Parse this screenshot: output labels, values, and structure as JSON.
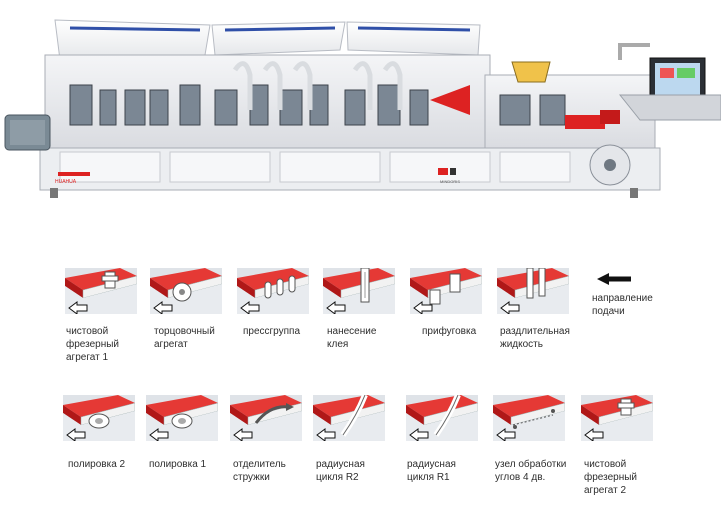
{
  "machine": {
    "left_label": "HUAHUA",
    "right_label": "MINDORIS"
  },
  "direction": {
    "label": "направление\nподачи",
    "icon": "arrow-left-icon"
  },
  "row1": [
    {
      "id": "finish-milling-1",
      "label": "чистовой\nфрезерный\nагрегат  1",
      "icon": "finish-milling-icon"
    },
    {
      "id": "end-trim",
      "label": "торцовочный\nагрегат",
      "icon": "end-trim-icon"
    },
    {
      "id": "press",
      "label": "прессгруппа",
      "icon": "press-rollers-icon"
    },
    {
      "id": "glue",
      "label": "нанесение\nклея",
      "icon": "glue-icon"
    },
    {
      "id": "pre-mill",
      "label": "прифуговка",
      "icon": "pre-milling-icon"
    },
    {
      "id": "separating",
      "label": "раздлительная\nжидкость",
      "icon": "separating-fluid-icon"
    }
  ],
  "row2": [
    {
      "id": "polish-2",
      "label": "полировка 2",
      "icon": "polishing-icon"
    },
    {
      "id": "polish-1",
      "label": "полировка 1",
      "icon": "polishing-icon"
    },
    {
      "id": "chip-sep",
      "label": "отделитель\nстружки",
      "icon": "chip-separator-icon"
    },
    {
      "id": "scraper-r2",
      "label": "радиусная\nцикля R2",
      "icon": "radius-scraper-icon"
    },
    {
      "id": "scraper-r1",
      "label": "радиусная\nцикля R1",
      "icon": "radius-scraper-icon"
    },
    {
      "id": "corner",
      "label": "узел обработки\nуглов 4 дв.",
      "icon": "corner-rounding-icon"
    },
    {
      "id": "finish-milling-2",
      "label": "чистовой\nфрезерный\nагрегат   2",
      "icon": "finish-milling-icon"
    }
  ],
  "colors": {
    "panel": "#e53935",
    "board": "#ededed",
    "arrow": "#111111"
  }
}
